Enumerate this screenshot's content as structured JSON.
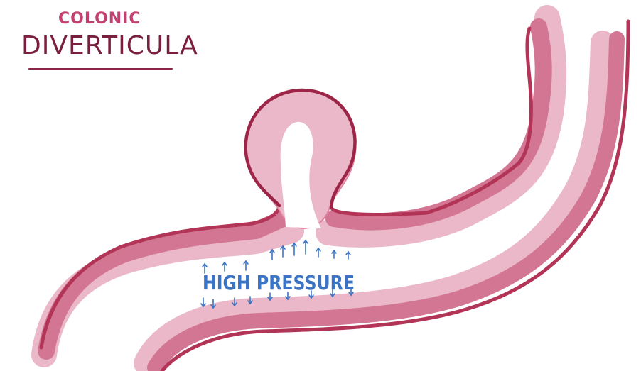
{
  "title": {
    "subtitle": "COLONIC",
    "main": "DIVERTICULA"
  },
  "label": {
    "text": "HIGH PRESSURE"
  },
  "colors": {
    "title_sub": "#c2406f",
    "title_main": "#7a1f3d",
    "underline": "#8a2545",
    "wall_outline": "#b23457",
    "wall_outer": "#e0839f",
    "wall_mid": "#d37693",
    "wall_inner": "#eab8c8",
    "pouch_outline": "#9d2547",
    "pressure": "#3b74c4"
  }
}
